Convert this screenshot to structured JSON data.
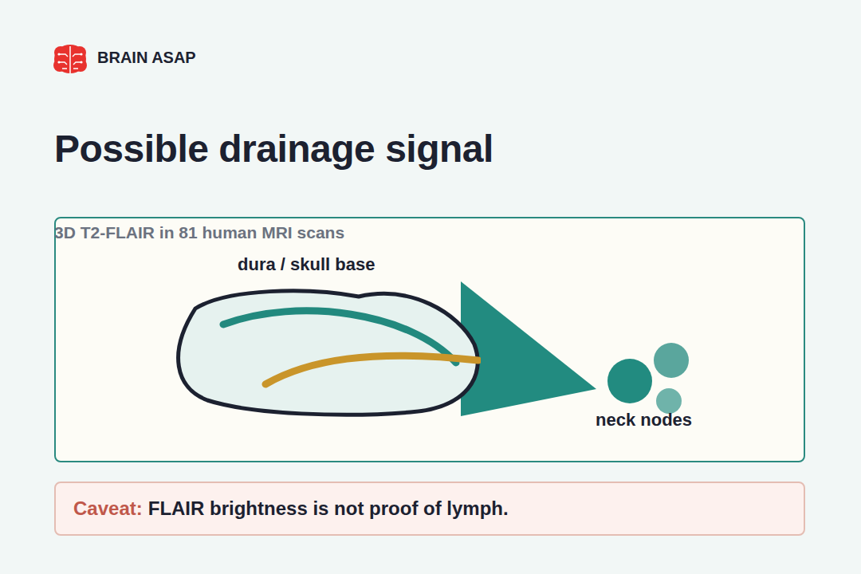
{
  "diagram": {
    "title": "Possible drainage signal",
    "caption": "3D T2-FLAIR in 81 human MRI scans",
    "nodes": [
      {
        "text": [
          "dura / skull base"
        ]
      },
      {
        "text": [
          "neck nodes"
        ]
      },
      {
        "text": [
          "Caveat:",
          "FLAIR brightness is not proof of lymph."
        ]
      }
    ],
    "edges": [
      {
        "from": 0,
        "to": 1,
        "arrow": "to"
      }
    ],
    "labels": [
      "BRAIN ASAP"
    ]
  }
}
